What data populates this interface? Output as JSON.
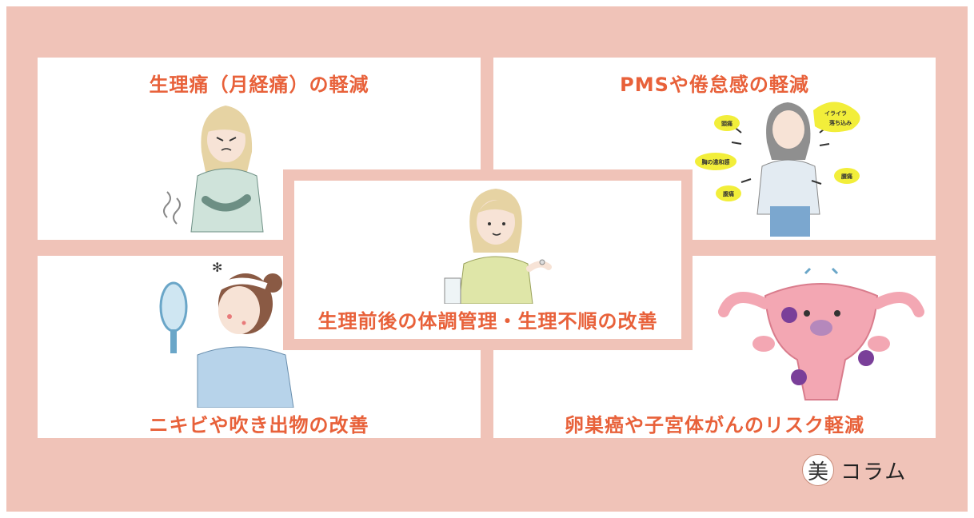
{
  "cards": {
    "top_left": {
      "title": "生理痛（月経痛）の軽減"
    },
    "top_right": {
      "title": "PMSや倦怠感の軽減",
      "bubbles": [
        "頭痛",
        "イライラ",
        "落ち込み",
        "胸の違和感",
        "腰痛",
        "腹痛"
      ]
    },
    "center": {
      "title": "生理前後の体調管理・生理不順の改善"
    },
    "bottom_left": {
      "title": "ニキビや吹き出物の改善"
    },
    "bottom_right": {
      "title": "卵巣癌や子宮体がんのリスク軽減"
    }
  },
  "logo": {
    "mark": "美",
    "text": "コラム"
  },
  "colors": {
    "frame": "#f0c3b8",
    "title": "#e8613a",
    "card": "#ffffff",
    "bubble": "#f2ee3a"
  }
}
